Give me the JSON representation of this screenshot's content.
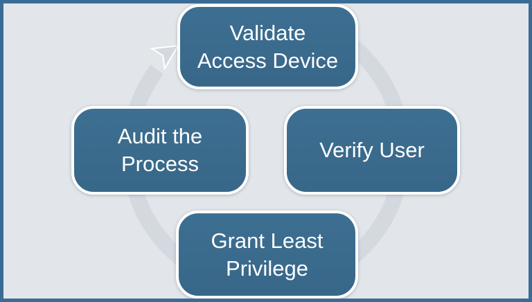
{
  "diagram": {
    "type": "cycle",
    "flow_direction": "clockwise",
    "nodes": [
      {
        "id": "validate-access-device",
        "position": "top",
        "label": "Validate Access Device",
        "lines": [
          "Validate",
          "Access Device"
        ]
      },
      {
        "id": "verify-user",
        "position": "right",
        "label": "Verify User",
        "lines": [
          "Verify User"
        ]
      },
      {
        "id": "grant-least-privilege",
        "position": "bottom",
        "label": "Grant Least Privilege",
        "lines": [
          "Grant Least",
          "Privilege"
        ]
      },
      {
        "id": "audit-the-process",
        "position": "left",
        "label": "Audit the Process",
        "lines": [
          "Audit the",
          "Process"
        ]
      }
    ]
  },
  "colors": {
    "background": "#e2e6ea",
    "frame_border": "#3a6b96",
    "ring": "#d4d9e0",
    "node_fill_top": "#3d6f92",
    "node_fill_bottom": "#386788",
    "node_outline": "#ffffff",
    "node_text": "#ffffff"
  }
}
